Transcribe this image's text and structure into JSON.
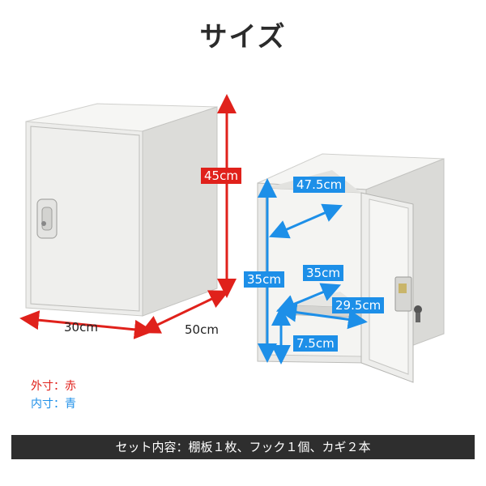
{
  "title": "サイズ",
  "outer_dims": {
    "height": "45cm",
    "width": "30cm",
    "depth": "50cm"
  },
  "inner_dims": {
    "depth": "47.5cm",
    "height": "35cm",
    "shelf_width": "35cm",
    "shelf_depth": "29.5cm",
    "shelf_height": "7.5cm"
  },
  "legend": {
    "outer": "外寸：赤",
    "inner": "内寸：青"
  },
  "footer": "セット内容：棚板１枚、フック１個、カギ２本",
  "colors": {
    "outer": "#e0211b",
    "inner": "#1d8fe8",
    "footer_bg": "#2e2e2e"
  }
}
